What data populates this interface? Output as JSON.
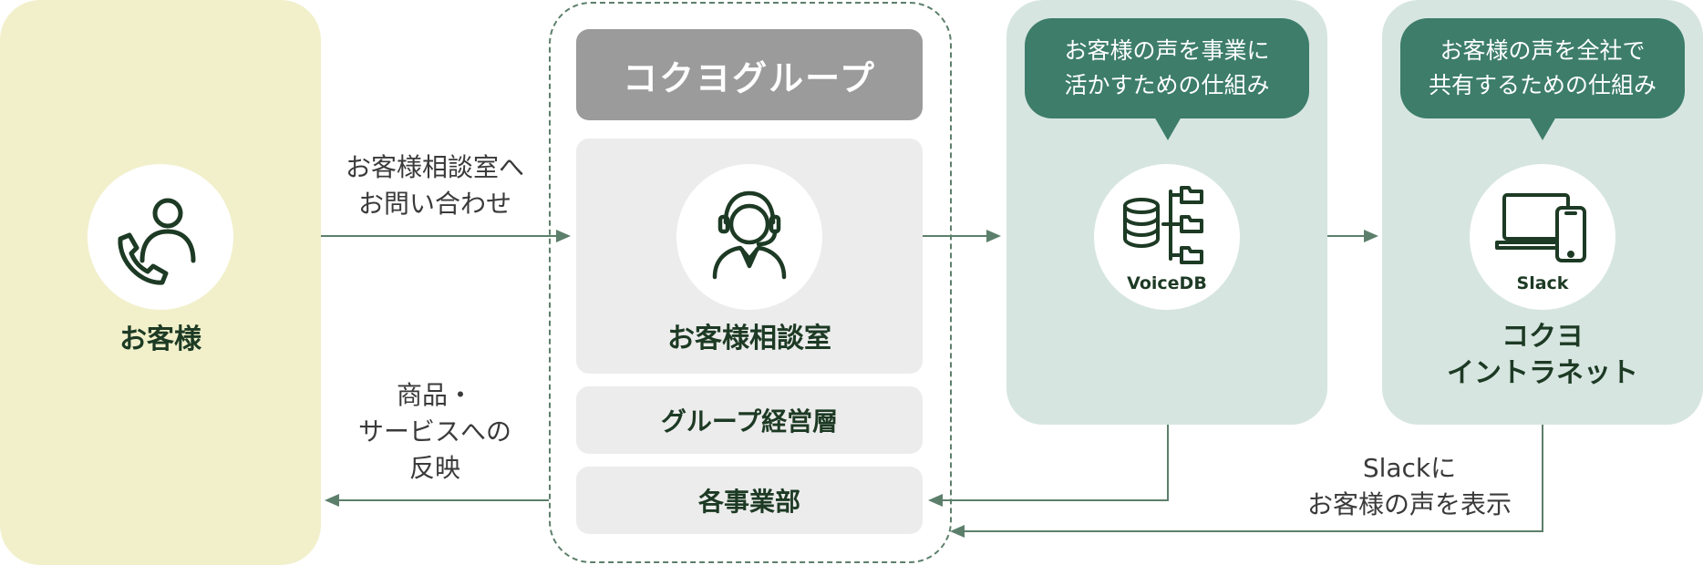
{
  "customer": {
    "label": "お客様",
    "icon": "person-phone-icon"
  },
  "group": {
    "header": "コクヨグループ",
    "consultation_room": {
      "label": "お客様相談室",
      "icon": "headset-operator-icon"
    },
    "management": "グループ経営層",
    "divisions": "各事業部"
  },
  "voicedb": {
    "bubble_line1": "お客様の声を事業に",
    "bubble_line2": "活かすための仕組み",
    "icon": "database-tree-icon",
    "label": "VoiceDB"
  },
  "intranet": {
    "bubble_line1": "お客様の声を全社で",
    "bubble_line2": "共有するための仕組み",
    "icon": "laptop-phone-icon",
    "icon_label": "Slack",
    "label_line1": "コクヨ",
    "label_line2": "イントラネット"
  },
  "flows": {
    "inquiry_line1": "お客様相談室へ",
    "inquiry_line2": "お問い合わせ",
    "feedback_line1": "商品・",
    "feedback_line2": "サービスへの",
    "feedback_line3": "反映",
    "slack_line1": "Slackに",
    "slack_line2": "お客様の声を表示"
  },
  "colors": {
    "customer_bg": "#f1f0cb",
    "system_bg": "#d6e5e0",
    "bubble": "#3d7d6a",
    "header_gray": "#9b9b9b",
    "box_gray": "#ececec",
    "text_dark": "#1d3a24",
    "arrow": "#5c7f6b"
  }
}
